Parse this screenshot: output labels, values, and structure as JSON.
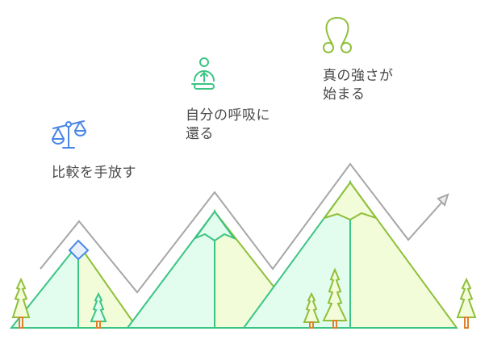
{
  "diagram": {
    "type": "mountain-steps",
    "colors": {
      "path_line": "#a6a6a6",
      "green_stroke": "#3cc484",
      "lime_stroke": "#8fbf3a",
      "green_fill": "#e2fcee",
      "lime_fill": "#f2fcd9",
      "blue_icon": "#4a86e8",
      "trunk": "#e0802e"
    },
    "steps": [
      {
        "id": "step-1",
        "label": "比較を手放す",
        "icon": "scale-balance-icon",
        "icon_color": "#4a86e8"
      },
      {
        "id": "step-2",
        "label": "自分の呼吸に\n還る",
        "icon": "meditation-person-icon",
        "icon_color": "#3cc484"
      },
      {
        "id": "step-3",
        "label": "真の強さが\n始まる",
        "icon": "loop-strength-icon",
        "icon_color": "#8fbf3a"
      }
    ]
  }
}
